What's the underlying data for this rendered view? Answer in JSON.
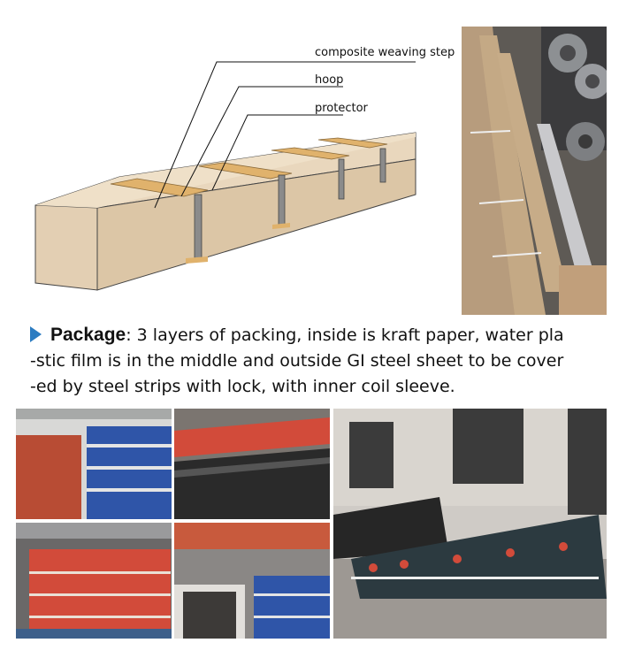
{
  "diagram": {
    "labels": {
      "composite": "composite weaving step",
      "hoop": "hoop",
      "protector": "protector"
    }
  },
  "description": {
    "heading": "Package",
    "colon": ":",
    "lines": [
      " 3 layers of packing, inside is kraft paper, water pla",
      "-stic film is in the middle and outside GI steel sheet to be cover",
      "-ed by steel strips with lock, with inner coil sleeve."
    ]
  },
  "colors": {
    "kraft": "#e9d7bd",
    "kraft_side": "#d8c3a3",
    "accent_arrow": "#2c7cc1",
    "blue_wrap": "#2f55a8",
    "red_wrap": "#d24b3a",
    "black_wrap": "#2a2a2a"
  }
}
